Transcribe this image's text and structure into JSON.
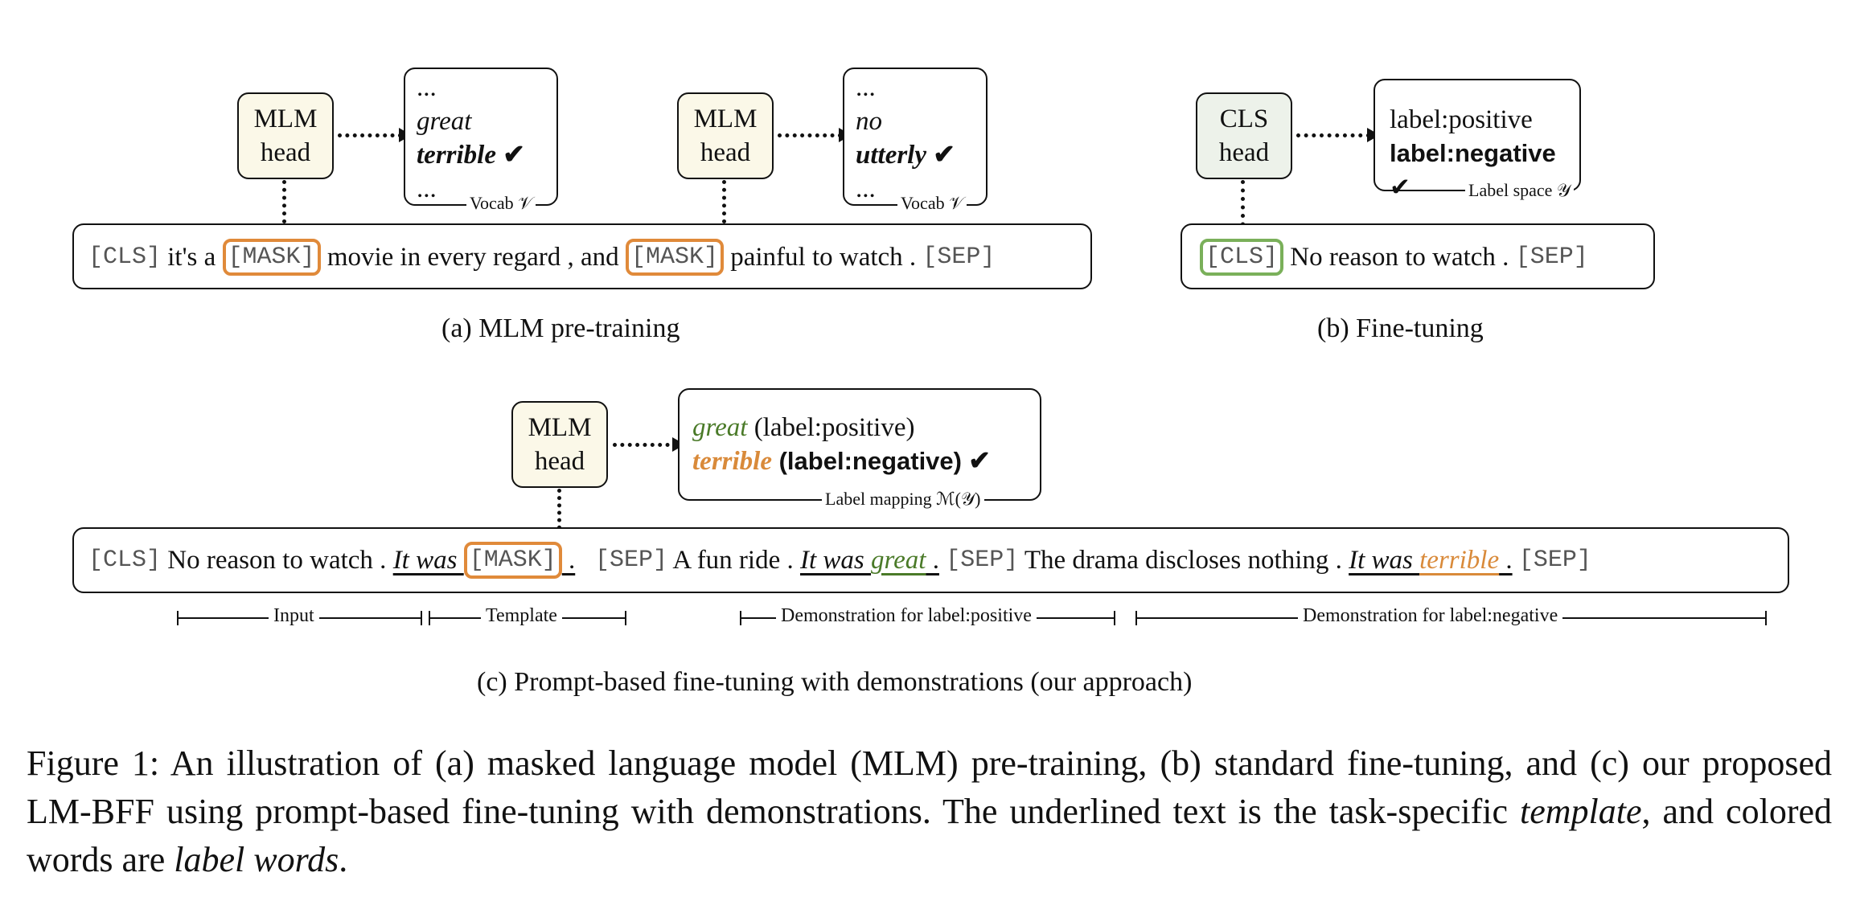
{
  "panel_a": {
    "head1": {
      "line1": "MLM",
      "line2": "head"
    },
    "head2": {
      "line1": "MLM",
      "line2": "head"
    },
    "vocab1": {
      "ellipsis_top": "...",
      "word1": "great",
      "word2": "terrible",
      "check": "✔",
      "ellipsis_bottom": "...",
      "label": "Vocab 𝒱"
    },
    "vocab2": {
      "ellipsis_top": "...",
      "word1": "no",
      "word2": "utterly",
      "check": "✔",
      "ellipsis_bottom": "...",
      "label": "Vocab 𝒱"
    },
    "sentence": {
      "cls": "[CLS]",
      "t1": " it's a ",
      "mask1": "[MASK]",
      "t2": " movie in every regard , and ",
      "mask2": "[MASK]",
      "t3": " painful to watch . ",
      "sep": "[SEP]"
    },
    "caption": "(a) MLM pre-training"
  },
  "panel_b": {
    "head": {
      "line1": "CLS",
      "line2": "head"
    },
    "labels": {
      "label1": "label:positive",
      "label2": "label:negative",
      "check": "✔",
      "space_label": "Label space 𝒴"
    },
    "sentence": {
      "cls": "[CLS]",
      "t1": " No reason to watch . ",
      "sep": "[SEP]"
    },
    "caption": "(b) Fine-tuning"
  },
  "panel_c": {
    "head": {
      "line1": "MLM",
      "line2": "head"
    },
    "mapping": {
      "word1": "great",
      "label1": " (label:positive)",
      "word2": "terrible",
      "label2": " (label:negative)",
      "check": " ✔",
      "mapping_label": "Label mapping ℳ(𝒴)"
    },
    "sentence": {
      "cls": "[CLS]",
      "input": " No reason to watch . ",
      "template_pre": "It was ",
      "mask": "[MASK]",
      "template_post": " .",
      "sep1": "[SEP]",
      "demo1_text": " A fun ride . ",
      "demo1_tpl": "It was ",
      "demo1_word": "great",
      "demo1_end": " .",
      "sep2": "[SEP]",
      "demo2_text": " The drama discloses nothing . ",
      "demo2_tpl": "It was ",
      "demo2_word": "terrible",
      "demo2_end": " .",
      "sep3": "[SEP]"
    },
    "spans": {
      "input": "Input",
      "template": "Template",
      "demo_pos": "Demonstration for label:positive",
      "demo_neg": "Demonstration for label:negative"
    },
    "caption": "(c) Prompt-based fine-tuning with demonstrations (our approach)"
  },
  "figure_caption": {
    "p1": "Figure 1: An illustration of (a) masked language model (MLM) pre-training, (b) standard fine-tuning, and (c) our proposed LM-BFF using prompt-based fine-tuning with demonstrations. The underlined text is the task-specific ",
    "template_word": "template",
    "p2": ", and colored words are ",
    "label_words": "label words",
    "p3": "."
  },
  "colors": {
    "mask_border": "#e08a3a",
    "cls_border": "#7ab05a",
    "label_positive": "#4a7a28",
    "label_negative": "#d98a3a",
    "mlm_head_fill": "#fbf8e8",
    "cls_head_fill": "#edf2ea"
  }
}
